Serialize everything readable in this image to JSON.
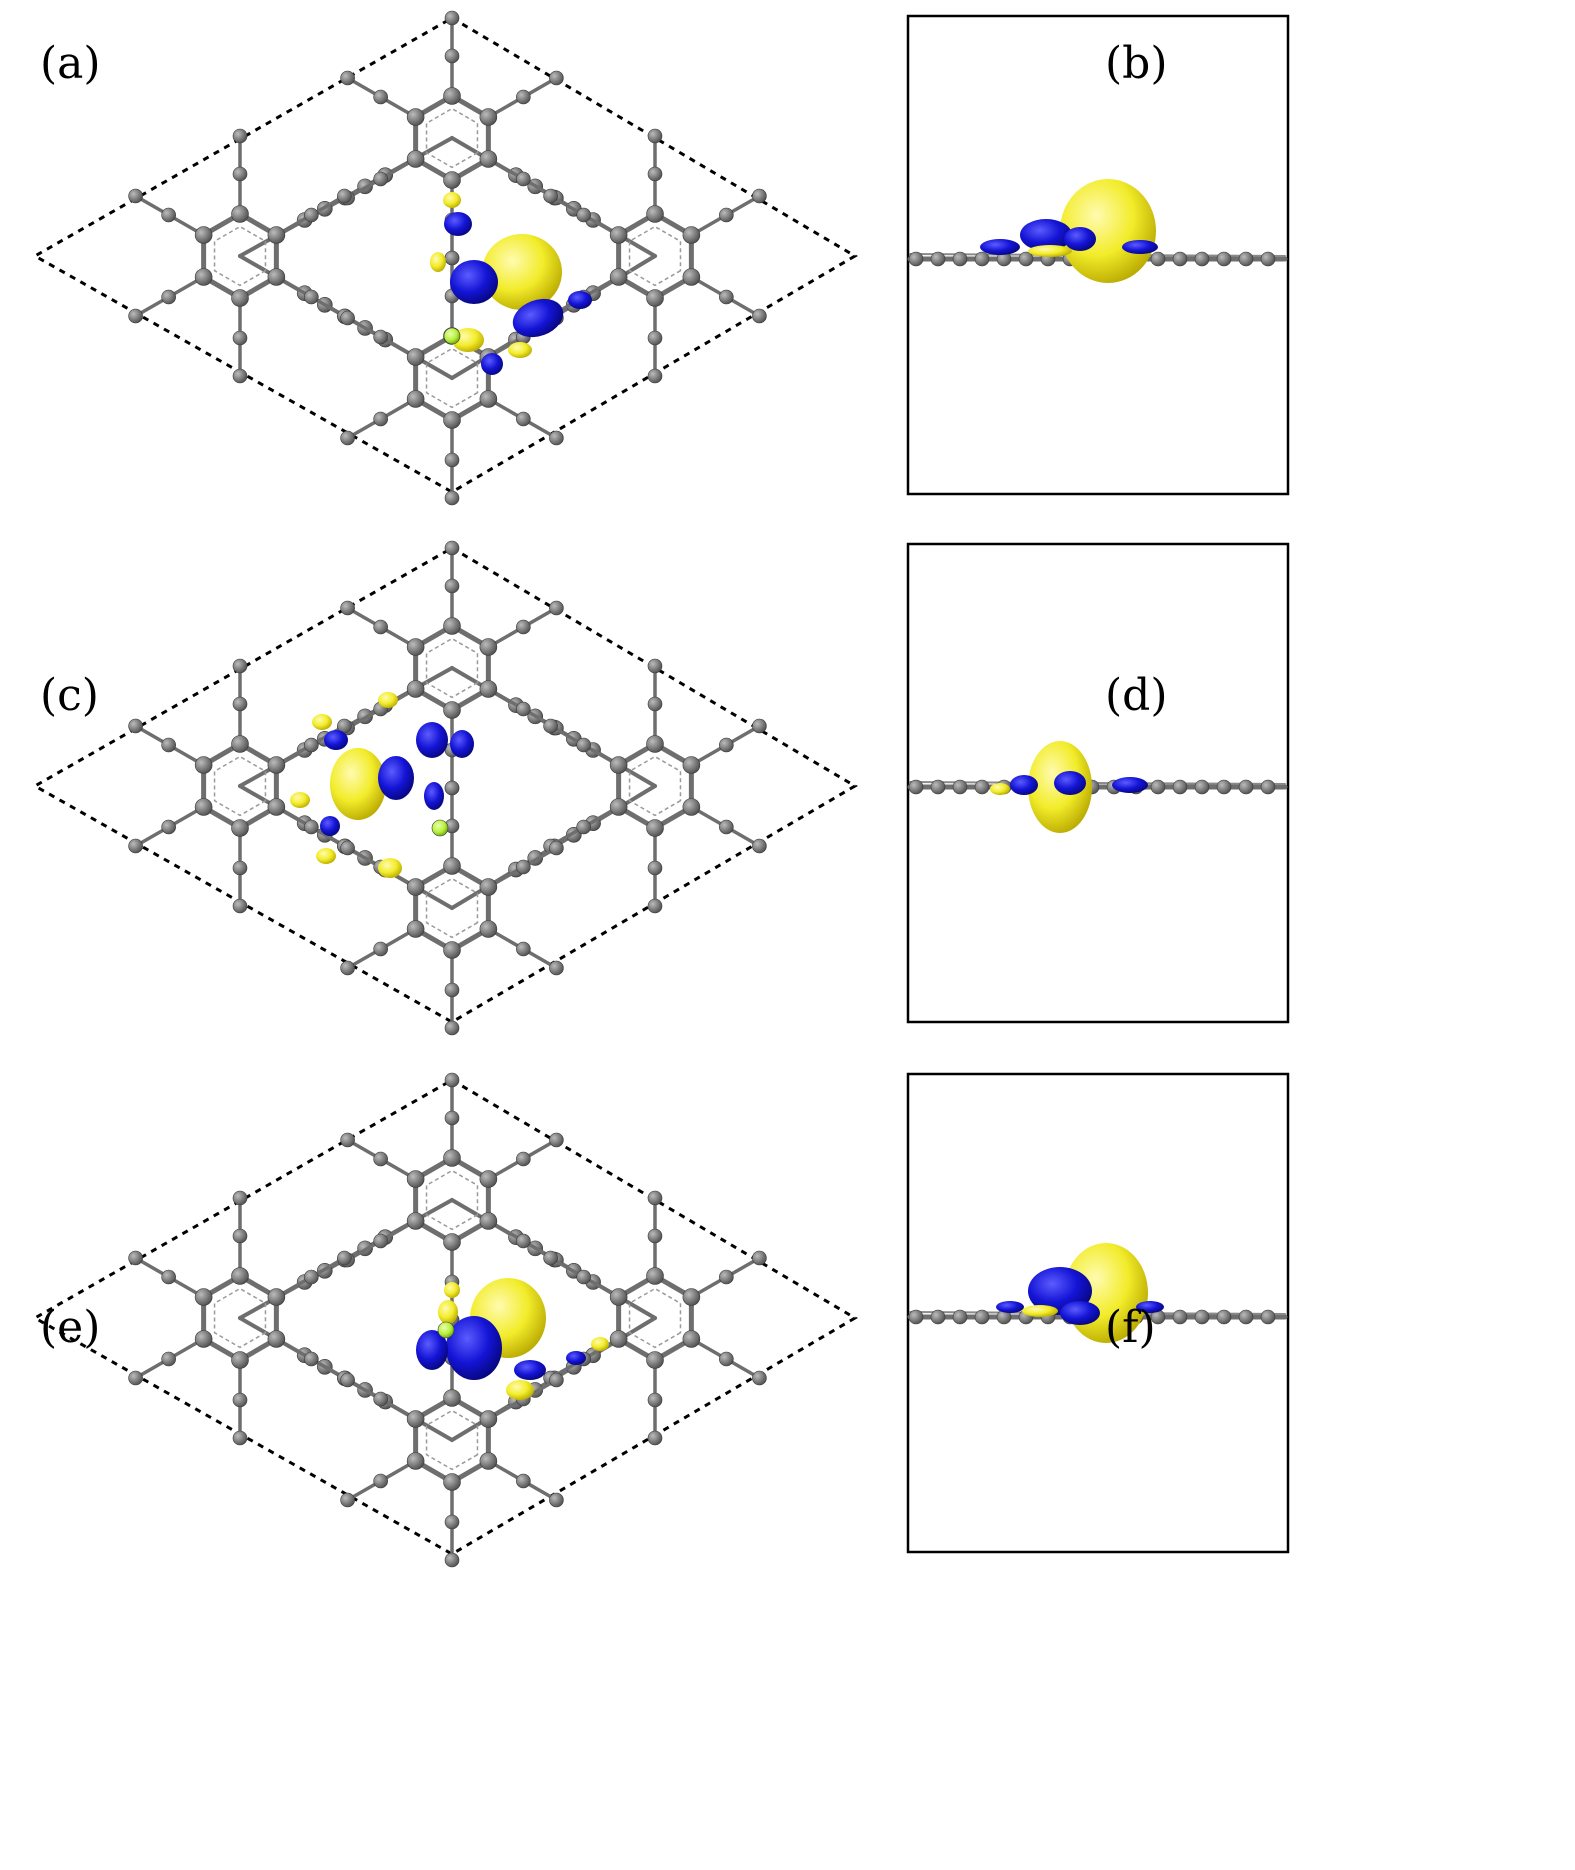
{
  "panels": [
    {
      "label": "(a)",
      "view": "top",
      "adsorbate": "a"
    },
    {
      "label": "(b)",
      "view": "side",
      "adsorbate": "a"
    },
    {
      "label": "(c)",
      "view": "top",
      "adsorbate": "c"
    },
    {
      "label": "(d)",
      "view": "side",
      "adsorbate": "c"
    },
    {
      "label": "(e)",
      "view": "top",
      "adsorbate": "e"
    },
    {
      "label": "(f)",
      "view": "side",
      "adsorbate": "e"
    }
  ],
  "colors": {
    "carbon": "#7a7a7a",
    "carbon_highlight": "#a8a8a8",
    "nitrogen": "#1a1adc",
    "dopant": "#b6f03a",
    "isosurface_positive": "#f2ec2a",
    "isosurface_negative": "#1414d6",
    "cell_line": "#000000",
    "frame": "#000000"
  }
}
